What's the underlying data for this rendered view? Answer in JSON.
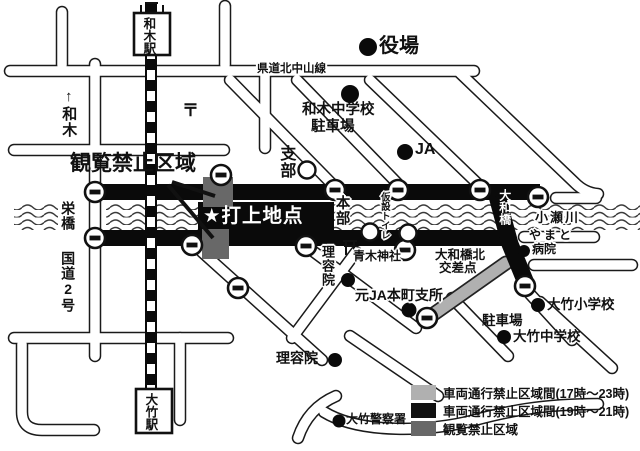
{
  "stations": {
    "waki": "和木駅",
    "otake": "大竹駅"
  },
  "labels": {
    "yakuba": "役場",
    "kendo_kitanakayama": "県道北中山線",
    "to_waki": "↑和木",
    "waki_chugakko": "和木中学校",
    "waki_chushajo": "駐車場",
    "ja": "JA",
    "shibu": "支部",
    "post_mark": "〒",
    "kanran_kinshi": "観覧禁止区域",
    "sakaebashi": "栄橋",
    "kokudo2": "国道2号",
    "uchiage_chiten": "★打上地点",
    "honbu": "本部",
    "kasetsu_toilet": "仮設トイレ",
    "yamatobashi": "大和橋",
    "ozegawa": "小瀬川",
    "yamato_line1": "やまと",
    "yamato_line2": "病院",
    "aoki_jinja": "青木神社",
    "riyoin_vertical": "理容院",
    "kosaten_line1": "大和橋北",
    "kosaten_line2": "交差点",
    "moto_ja": "元JA本町支所",
    "otake_shogakko": "大竹小学校",
    "chushajo": "駐車場",
    "otake_chugakko": "大竹中学校",
    "riyoin_bottom": "理容院",
    "otake_keisatsu": "大竹警察署"
  },
  "legend": {
    "items": [
      {
        "label": "車両通行禁止区域間(17時～23時)",
        "color": "#b0b0b0"
      },
      {
        "label": "車両通行禁止区域間(19時～21時)",
        "color": "#111111"
      },
      {
        "label": "観覧禁止区域",
        "color": "#686868"
      }
    ]
  },
  "colors": {
    "road_closed_17_23": "#b0b0b0",
    "road_closed_19_21": "#111111",
    "no_viewing_zone": "#686868",
    "river_wave": "#3a3a3a"
  },
  "icons": {
    "no_entry": "no-entry-sign",
    "poi_dot": "poi-dot",
    "facility_circle": "facility-circle",
    "torii": "torii-icon"
  }
}
